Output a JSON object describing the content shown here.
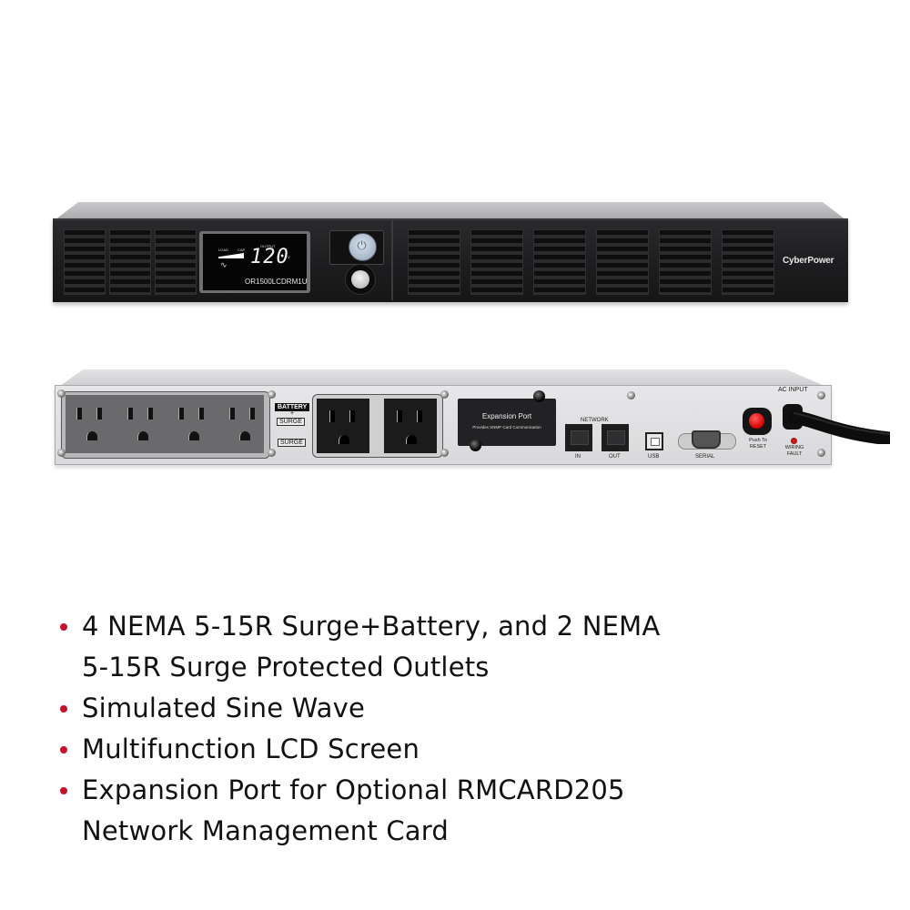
{
  "front_unit": {
    "lcd": {
      "readout": "120",
      "unit_mark": "V",
      "labels": [
        "LOAD",
        "CAP",
        "OUTPUT"
      ],
      "model": "OR1500LCDRM1U"
    },
    "power_button_icon": "power-icon",
    "display_button_icon": "round-button",
    "brand": "CyberPower"
  },
  "rear_unit": {
    "battery_outlets_count": 4,
    "surge_outlets_count": 2,
    "label_battery": "BATTERY",
    "label_plus": "+",
    "label_surge_1": "SURGE",
    "label_surge_2": "SURGE",
    "expansion_port": {
      "title": "Expansion Port",
      "subtitle": "Provides SNMP Card Communication"
    },
    "network_label": "NETWORK",
    "network_in": "IN",
    "network_out": "OUT",
    "usb_label": "USB",
    "serial_label": "SERIAL",
    "reset_label_1": "Push To",
    "reset_label_2": "RESET",
    "ac_input_label": "AC INPUT",
    "wiring_label_1": "WIRING",
    "wiring_label_2": "FAULT"
  },
  "features": {
    "bullet_color": "#c8102e",
    "items": [
      {
        "line1": "4 NEMA 5-15R Surge+Battery, and 2 NEMA",
        "line2": "5-15R Surge Protected Outlets"
      },
      {
        "line1": "Simulated Sine Wave"
      },
      {
        "line1": "Multifunction LCD Screen"
      },
      {
        "line1": "Expansion Port for Optional RMCARD205",
        "line2": "Network Management Card"
      }
    ]
  }
}
